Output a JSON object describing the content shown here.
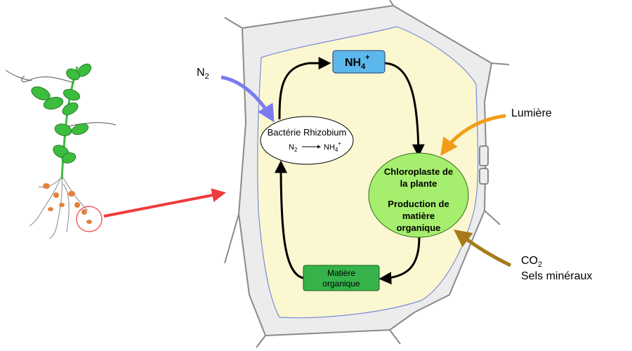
{
  "diagram": {
    "nodes": {
      "nh4": {
        "main": "NH",
        "sub": "4",
        "sup": "+"
      },
      "bacteria": {
        "title": "Bactérie Rhizobium",
        "reaction": {
          "left": "N",
          "left_sub": "2",
          "right": "NH",
          "right_sub": "4",
          "right_sup": "+"
        }
      },
      "chloroplast": {
        "line1": "Chloroplaste de",
        "line2": "la plante",
        "line3": "Production de",
        "line4": "matière",
        "line5": "organique"
      },
      "matter": {
        "line1": "Matière",
        "line2": "organique"
      }
    },
    "inputs": {
      "n2": {
        "main": "N",
        "sub": "2",
        "color": "#7b7bf0"
      },
      "light": {
        "label": "Lumière",
        "color": "#f29d1a"
      },
      "co2": {
        "main": "CO",
        "sub": "2",
        "line2": "Sels minéraux",
        "color": "#a67a1a"
      }
    },
    "colors": {
      "cell_fill": "#fbf7d0",
      "cell_wall": "#d9d9d9",
      "nh4_fill": "#5cb8ec",
      "chloroplast_fill": "#a6ee6e",
      "matter_fill": "#35b34a",
      "zoom_arrow": "#ef3b3b",
      "plant_green": "#3dbd3d",
      "nodule": "#e3823a"
    }
  }
}
